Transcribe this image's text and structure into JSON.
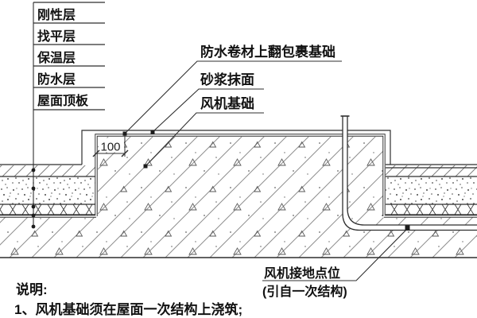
{
  "drawing": {
    "type": "construction-detail",
    "background": "#ffffff",
    "line_color": "#2f2f2f",
    "hatch_color": "#8a8a8a",
    "text_color": "#111111"
  },
  "layer_labels": [
    {
      "label": "刚性层"
    },
    {
      "label": "找平层"
    },
    {
      "label": "保温层"
    },
    {
      "label": "防水层"
    },
    {
      "label": "屋面顶板"
    }
  ],
  "callouts": {
    "membrane_wrap": "防水卷材上翻包裹基础",
    "mortar_finish": "砂浆抹面",
    "fan_foundation": "风机基础",
    "grounding_line1": "风机接地点位",
    "grounding_line2": "(引自一次结构)"
  },
  "dimension": {
    "offset_label": "100"
  },
  "notes": {
    "heading": "说明:",
    "item_1": "1、风机基础须在屋面一次结构上浇筑;"
  }
}
